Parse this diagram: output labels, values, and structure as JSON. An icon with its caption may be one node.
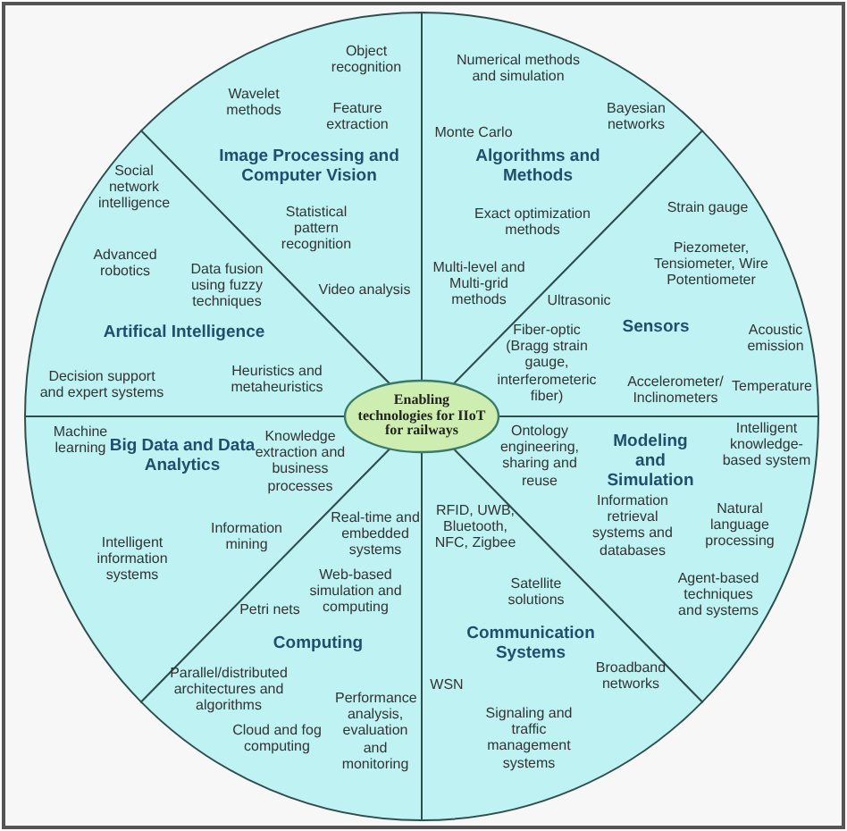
{
  "diagram": {
    "nodes": [
      {
        "text": [
          "Enabling technologies for IIoT for railways"
        ]
      },
      {
        "text": [
          "Object recognition",
          "Wavelet methods",
          "Feature extraction",
          "Image Processing and Computer Vision",
          "Statistical pattern recognition",
          "Video analysis"
        ]
      },
      {
        "text": [
          "Numerical methods and simulation",
          "Bayesian networks",
          "Monte Carlo",
          "Algorithms and Methods",
          "Exact optimization methods",
          "Multi-level and Multi-grid methods"
        ]
      },
      {
        "text": [
          "Social network intelligence",
          "Advanced robotics",
          "Data fusion using fuzzy techniques",
          "Artifical Intelligence",
          "Decision support and expert systems",
          "Heuristics and metaheuristics"
        ]
      },
      {
        "text": [
          "Strain gauge",
          "Ultrasonic",
          "Piezometer, Tensiometer, Wire Potentiometer",
          "Fiber-optic (Bragg strain gauge, interferometeric fiber)",
          "Sensors",
          "Acoustic emission",
          "Accelerometer/ Inclinometers",
          "Temperature"
        ]
      },
      {
        "text": [
          "Machine learning",
          "Big Data and Data Analytics",
          "Knowledge extraction and business processes",
          "Intelligent information systems",
          "Information mining"
        ]
      },
      {
        "text": [
          "Ontology engineering, sharing and reuse",
          "Modeling and Simulation",
          "Intelligent knowledge-based system",
          "Information retrieval systems and databases",
          "Natural language processing",
          "Agent-based techniques and systems"
        ]
      },
      {
        "text": [
          "Real-time and embedded systems",
          "Petri nets",
          "Web-based simulation and computing",
          "Computing",
          "Parallel/distributed architectures and algorithms",
          "Cloud and fog computing",
          "Performance analysis, evaluation and monitoring"
        ]
      },
      {
        "text": [
          "RFID, UWB, Bluetooth, NFC, Zigbee",
          "Satellite solutions",
          "Communication Systems",
          "WSN",
          "Broadband networks",
          "Signaling and traffic management systems"
        ]
      }
    ]
  }
}
